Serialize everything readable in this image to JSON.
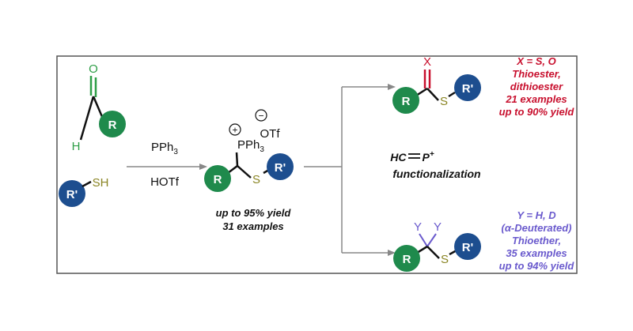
{
  "colors": {
    "frame": "#555555",
    "arrow": "#888888",
    "green": "#1f8a4c",
    "blue": "#1d4e8f",
    "sulfur": "#8a8524",
    "red_text": "#c8102e",
    "purple_text": "#6a5acd",
    "aldehyde_green": "#2e9e47"
  },
  "reagents": {
    "aldehyde_O": "O",
    "aldehyde_H": "H",
    "thiol_SH": "SH",
    "R": "R",
    "R_prime": "R'"
  },
  "conditions": {
    "reagent1_main": "PPh",
    "reagent1_sub": "3",
    "reagent2": "HOTf"
  },
  "intermediate": {
    "plus": "+",
    "minus": "−",
    "p_main": "PPh",
    "p_sub": "3",
    "counterion": "OTf",
    "S": "S",
    "yield": "up to 95% yield",
    "examples": "31 examples"
  },
  "center_note": {
    "line1_prefix": "HC",
    "line1_suffix": "P",
    "line1_charge": "+",
    "line2": "functionalization"
  },
  "product_top": {
    "X": "X",
    "S": "S",
    "label_lines": [
      "X = S, O",
      "Thioester,",
      "dithioester",
      "21 examples",
      "up to 90% yield"
    ]
  },
  "product_bottom": {
    "Y": "Y",
    "S": "S",
    "label_lines": [
      "Y = H, D",
      "(α-Deuterated)",
      "Thioether,",
      "35 examples",
      "up to 94% yield"
    ]
  }
}
